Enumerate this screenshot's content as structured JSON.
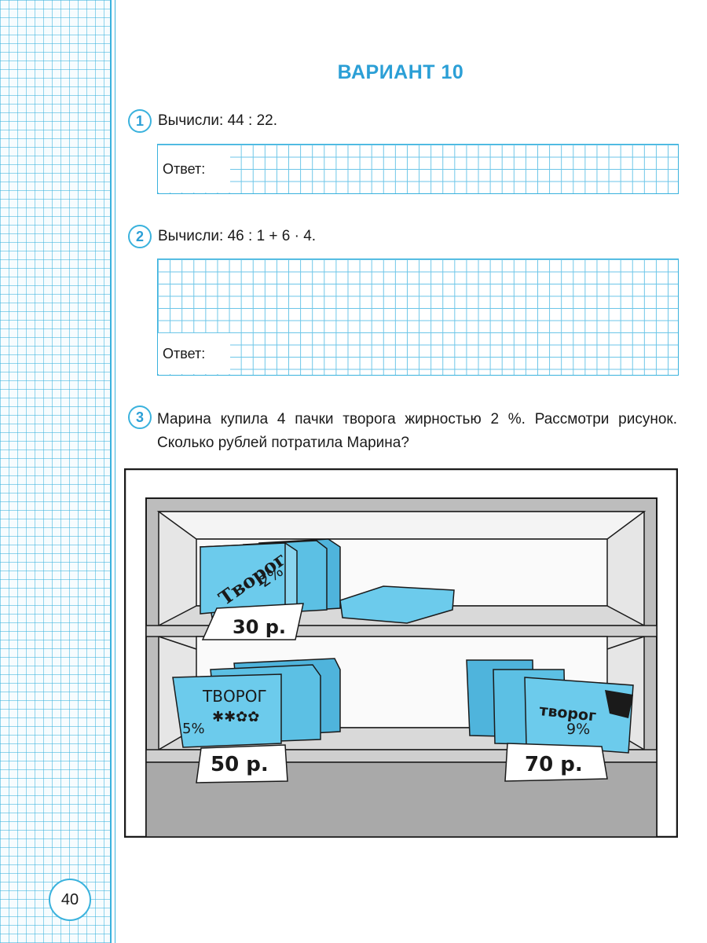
{
  "page": {
    "title": "ВАРИАНТ 10",
    "page_number": "40"
  },
  "tasks": [
    {
      "number": "1",
      "text": "Вычисли:  44 : 22.",
      "answer_label": "Ответ:"
    },
    {
      "number": "2",
      "text": "Вычисли:  46 : 1 + 6 · 4.",
      "answer_label": "Ответ:"
    },
    {
      "number": "3",
      "text": "Марина купила 4 пачки творога жирностью 2 %. Рассмотри рисунок. Сколько рублей потратила Марина?"
    }
  ],
  "illustration": {
    "products": [
      {
        "name": "Творог",
        "fat": "2%",
        "price": "30 р."
      },
      {
        "name": "ТВОРОГ",
        "fat": "5%",
        "price": "50 р."
      },
      {
        "name": "творог",
        "fat": "9%",
        "price": "70 р."
      }
    ]
  },
  "colors": {
    "accent": "#2b9fd6",
    "grid": "#3ab2dd",
    "package": "#6ccbec",
    "shelf": "#d9d9d9"
  }
}
